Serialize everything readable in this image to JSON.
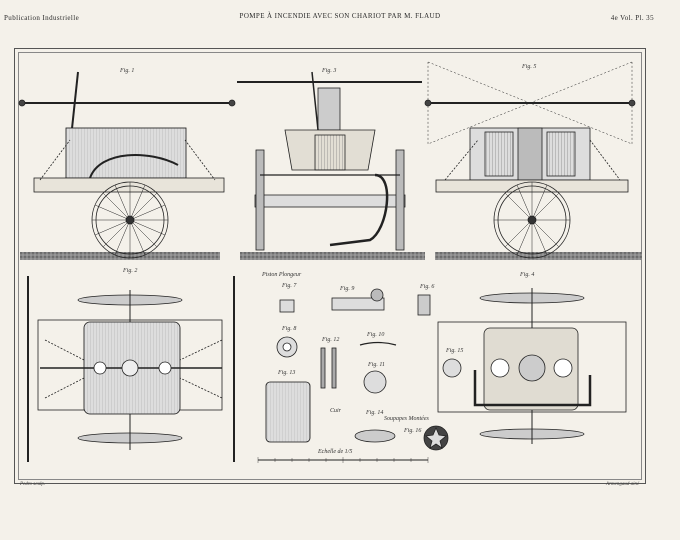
{
  "header": {
    "left": "Publication Industrielle",
    "title": "POMPE À INCENDIE AVEC SON CHARIOT PAR M. FLAUD",
    "right": "4e Vol. Pl. 35"
  },
  "figures": {
    "fig1": "Fig. 1",
    "fig2": "Fig. 2",
    "fig3": "Fig. 3",
    "fig4": "Fig. 4",
    "fig5": "Fig. 5",
    "fig6": "Fig. 6",
    "fig7": "Fig. 7",
    "fig8": "Fig. 8",
    "fig9": "Fig. 9",
    "fig10": "Fig. 10",
    "fig11": "Fig. 11",
    "fig12": "Fig. 12",
    "fig13": "Fig. 13",
    "fig14": "Fig. 14",
    "fig15": "Fig. 15",
    "fig16": "Fig. 16"
  },
  "captions": {
    "piston": "Piston Plongeur",
    "soupapes": "Soupapes Montées",
    "cuir": "Cuir",
    "echelle": "Echelle de 1/5"
  },
  "footer": {
    "left": "Pedro sculp.",
    "right": "Armengaud ainé"
  }
}
